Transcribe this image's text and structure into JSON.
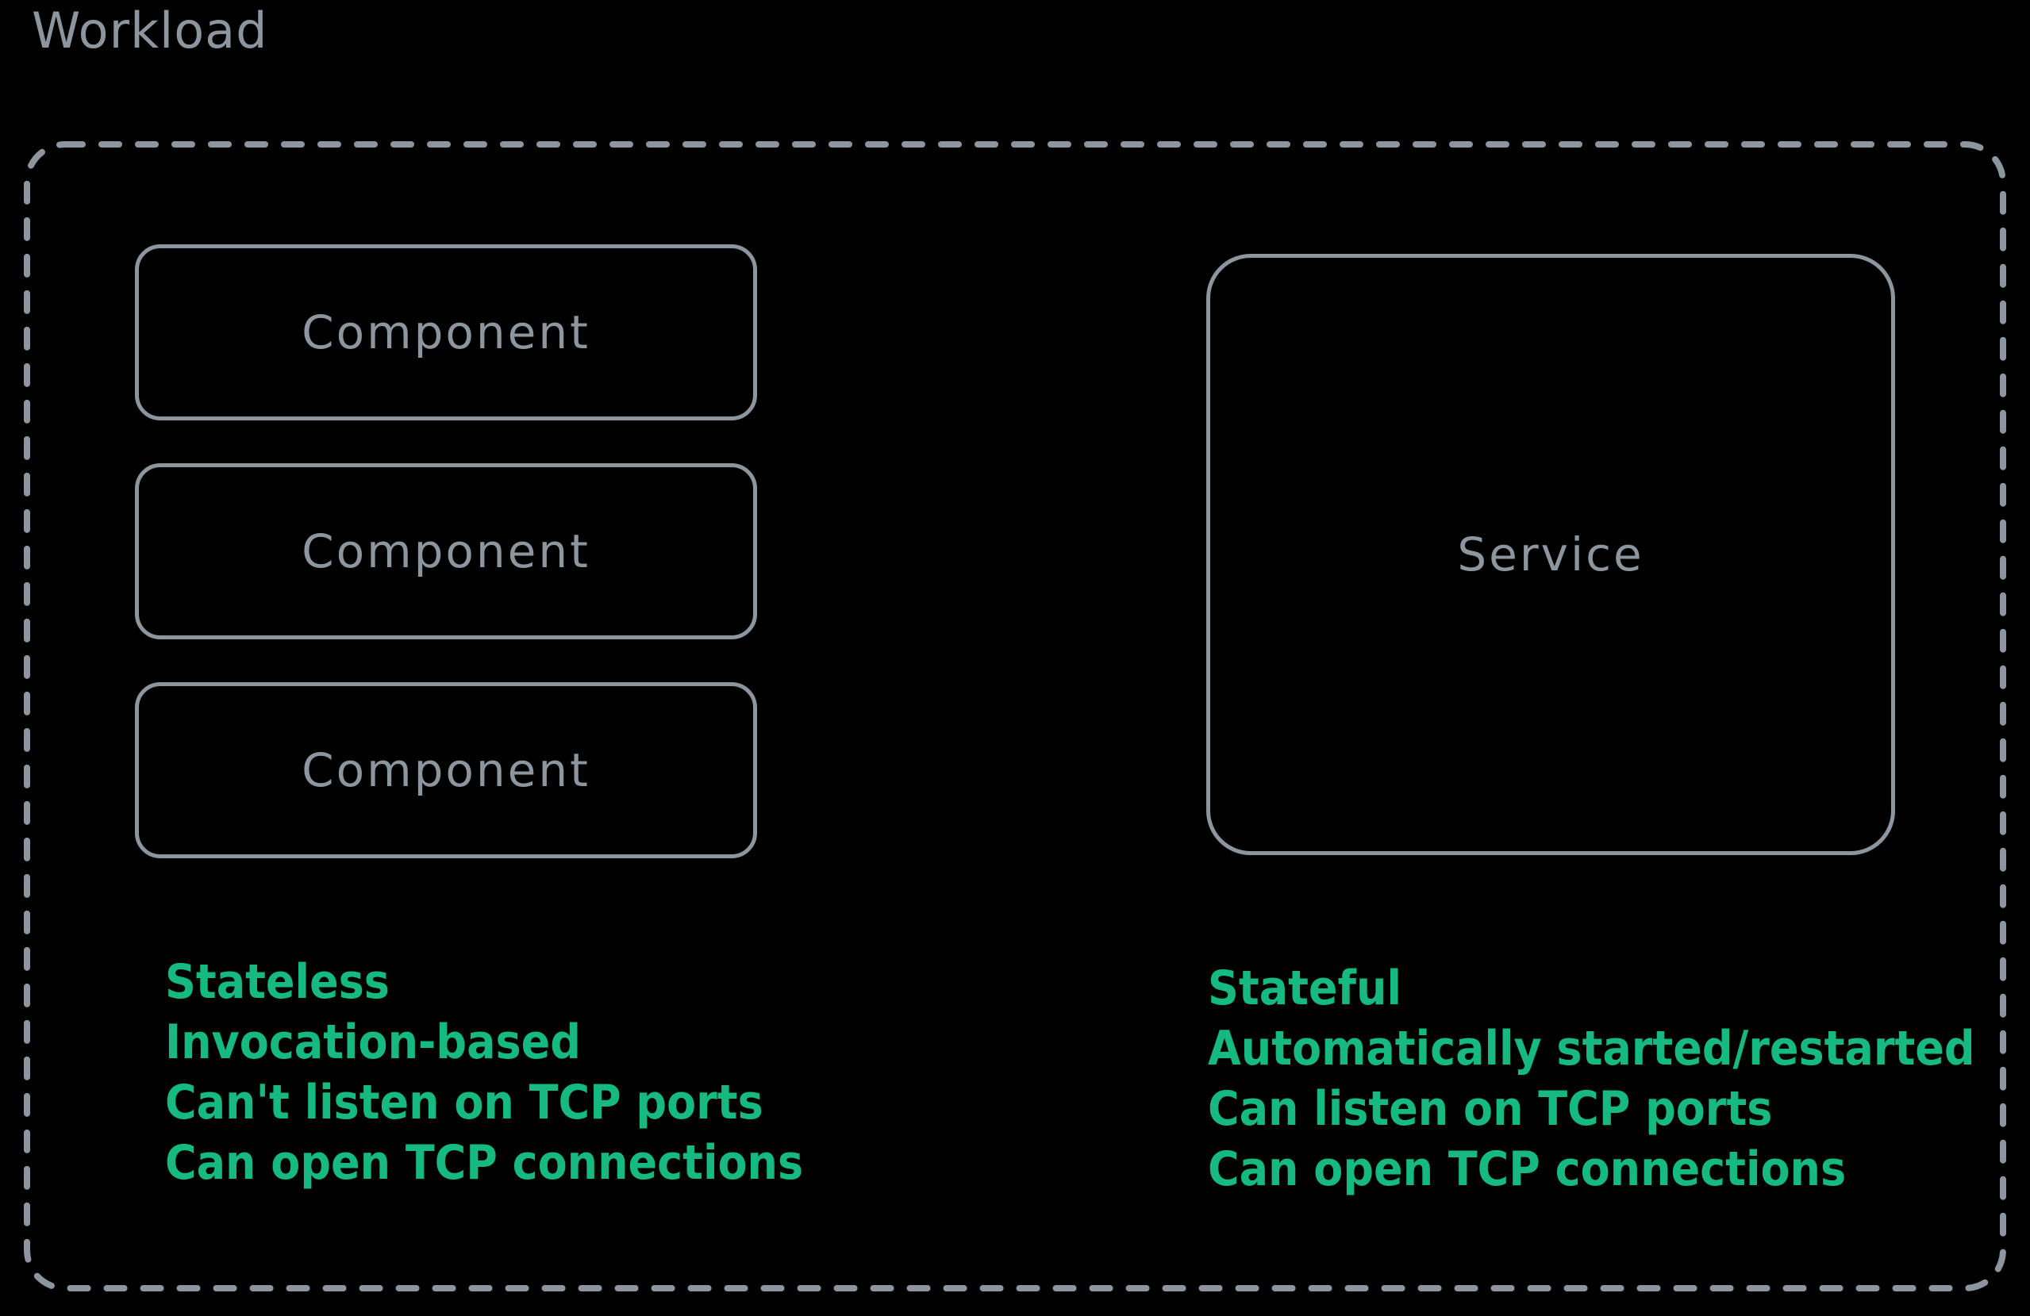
{
  "diagram": {
    "title": "Workload",
    "container": {
      "name": "workload-container",
      "border_style": "dashed",
      "border_color": "#8d959e"
    },
    "left_group": {
      "boxes": [
        {
          "label": "Component"
        },
        {
          "label": "Component"
        },
        {
          "label": "Component"
        }
      ],
      "properties": [
        "Stateless",
        "Invocation-based",
        "Can't listen on TCP ports",
        "Can open TCP connections"
      ]
    },
    "right_group": {
      "boxes": [
        {
          "label": "Service"
        }
      ],
      "properties": [
        "Stateful",
        "Automatically started/restarted",
        "Can listen on TCP ports",
        "Can open TCP connections"
      ]
    },
    "colors": {
      "background": "#000000",
      "stroke": "#8d959e",
      "accent_text": "#16b981"
    }
  }
}
